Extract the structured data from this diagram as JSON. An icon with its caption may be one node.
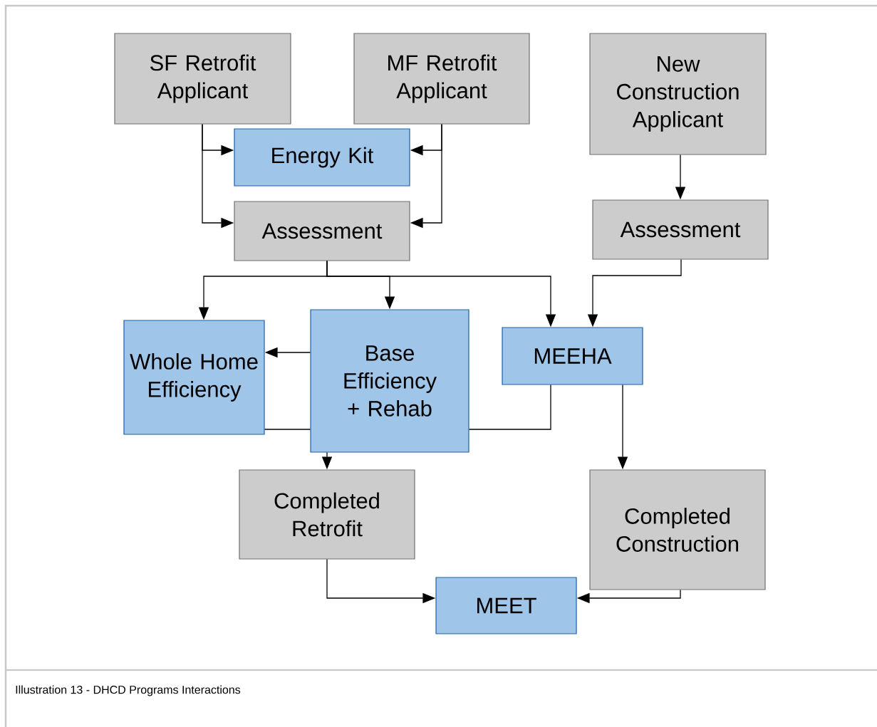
{
  "diagram": {
    "caption": "Illustration 13 - DHCD Programs Interactions",
    "nodes": [
      {
        "text": [
          "SF Retrofit Applicant"
        ]
      },
      {
        "text": [
          "MF Retrofit Applicant"
        ]
      },
      {
        "text": [
          "New Construction Applicant"
        ]
      },
      {
        "text": [
          "Energy Kit"
        ]
      },
      {
        "text": [
          "Assessment"
        ]
      },
      {
        "text": [
          "Assessment"
        ]
      },
      {
        "text": [
          "Whole Home Efficiency"
        ]
      },
      {
        "text": [
          "Base Efficiency + Rehab"
        ]
      },
      {
        "text": [
          "MEEHA"
        ]
      },
      {
        "text": [
          "Completed Retrofit"
        ]
      },
      {
        "text": [
          "Completed Construction"
        ]
      },
      {
        "text": [
          "MEET"
        ]
      }
    ],
    "edges": [
      {
        "from": 0,
        "to": 3,
        "arrow": "to"
      },
      {
        "from": 0,
        "to": 4,
        "arrow": "to"
      },
      {
        "from": 1,
        "to": 3,
        "arrow": "to"
      },
      {
        "from": 1,
        "to": 4,
        "arrow": "to"
      },
      {
        "from": 2,
        "to": 5,
        "arrow": "to"
      },
      {
        "from": 4,
        "to": 6,
        "arrow": "to"
      },
      {
        "from": 4,
        "to": 7,
        "arrow": "to"
      },
      {
        "from": 4,
        "to": 8,
        "arrow": "to"
      },
      {
        "from": 5,
        "to": 8,
        "arrow": "to"
      },
      {
        "from": 7,
        "to": 6,
        "arrow": "to"
      },
      {
        "from": 6,
        "to": 7,
        "arrow": "none"
      },
      {
        "from": 7,
        "to": 8,
        "arrow": "none"
      },
      {
        "from": 7,
        "to": 9,
        "arrow": "to"
      },
      {
        "from": 8,
        "to": 10,
        "arrow": "to"
      },
      {
        "from": 9,
        "to": 11,
        "arrow": "to"
      },
      {
        "from": 10,
        "to": 11,
        "arrow": "to"
      }
    ]
  }
}
